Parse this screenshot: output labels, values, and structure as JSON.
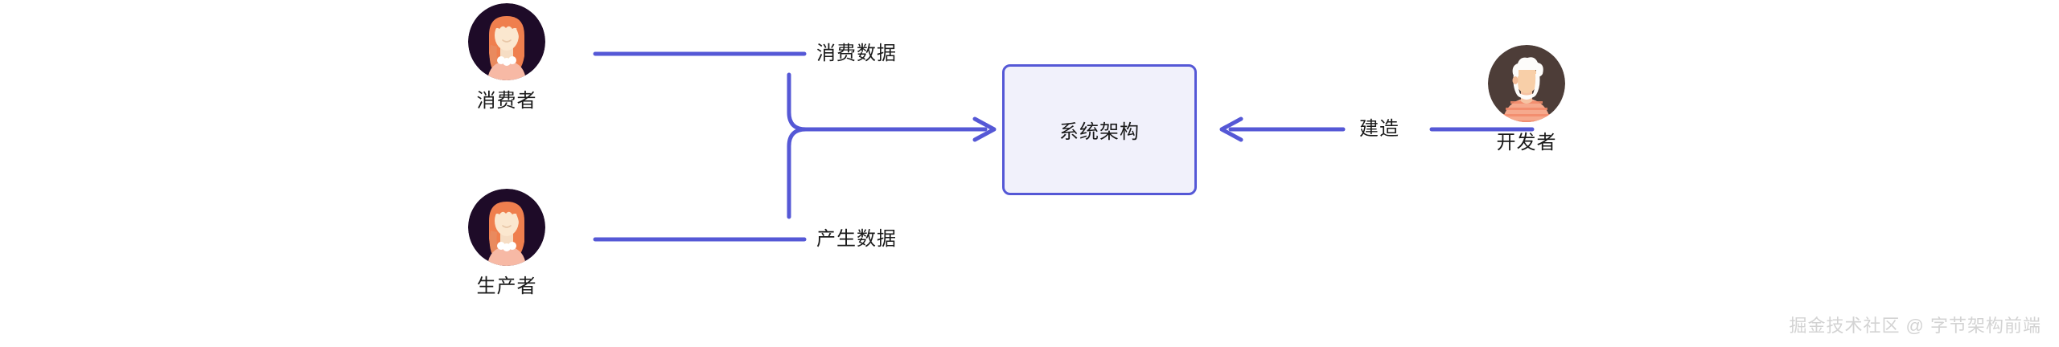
{
  "diagram": {
    "type": "flow-diagram",
    "background_color": "#ffffff",
    "accent_color": "#5558d6",
    "box_fill_color": "#f1f1fb",
    "nodes": [
      {
        "id": "consumer",
        "label": "消费者",
        "icon": "avatar-woman-orange-hair"
      },
      {
        "id": "producer",
        "label": "生产者",
        "icon": "avatar-woman-orange-hair"
      },
      {
        "id": "system",
        "label": "系统架构",
        "shape": "rounded-rect"
      },
      {
        "id": "developer",
        "label": "开发者",
        "icon": "avatar-man-white-hair"
      }
    ],
    "edges": [
      {
        "from": "consumer",
        "to": "system",
        "label": "消费数据",
        "arrow": "right"
      },
      {
        "from": "producer",
        "to": "system",
        "label": "产生数据",
        "arrow": "right"
      },
      {
        "from": "developer",
        "to": "system",
        "label": "建造",
        "arrow": "left"
      }
    ]
  },
  "watermark": {
    "text": "掘金技术社区 @ 字节架构前端"
  }
}
